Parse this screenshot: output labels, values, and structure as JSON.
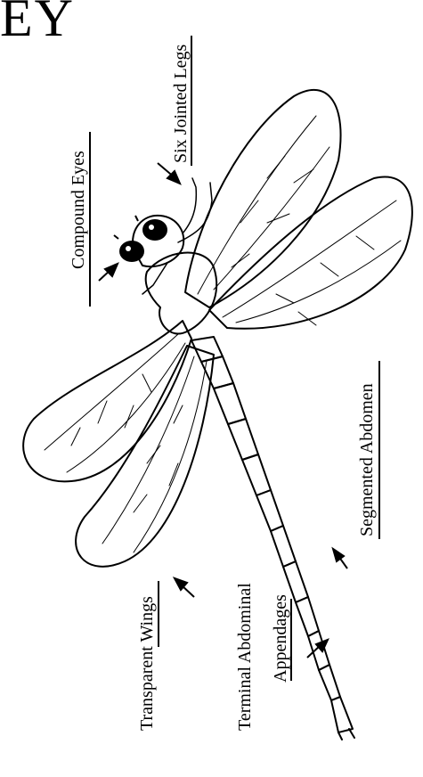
{
  "title": "EY",
  "labels": {
    "six_jointed_legs": "Six Jointed Legs",
    "compound_eyes": "Compound Eyes",
    "segmented_abdomen": "Segmented Abdomen",
    "transparent_wings": "Transparent Wings",
    "terminal_line1": "Terminal Abdominal",
    "terminal_line2": "Appendages"
  }
}
